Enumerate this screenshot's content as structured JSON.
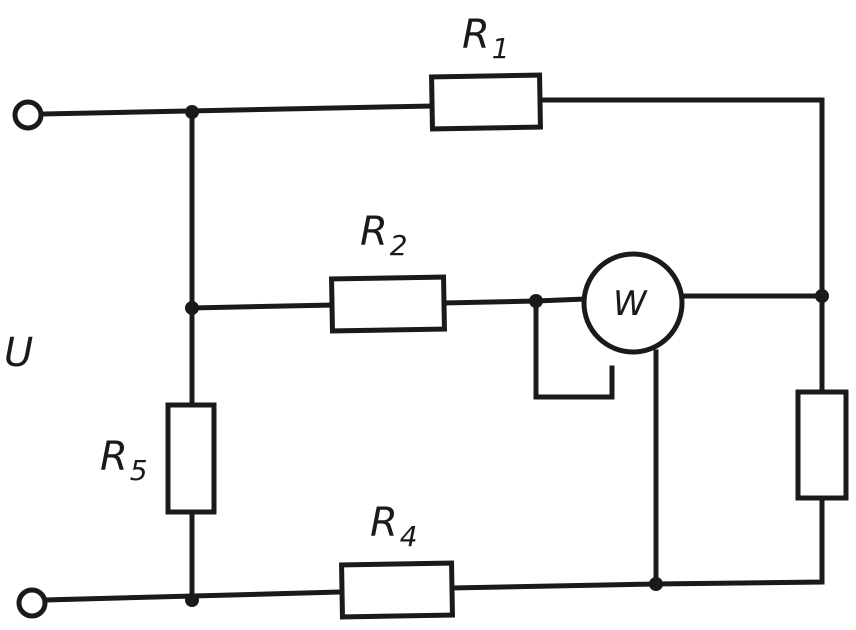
{
  "diagram": {
    "supply_label": "U",
    "resistors": {
      "r1": {
        "letter": "R",
        "sub": "1"
      },
      "r2": {
        "letter": "R",
        "sub": "2"
      },
      "r4": {
        "letter": "R",
        "sub": "4"
      },
      "r5": {
        "letter": "R",
        "sub": "5"
      }
    },
    "meter_label": "W"
  }
}
